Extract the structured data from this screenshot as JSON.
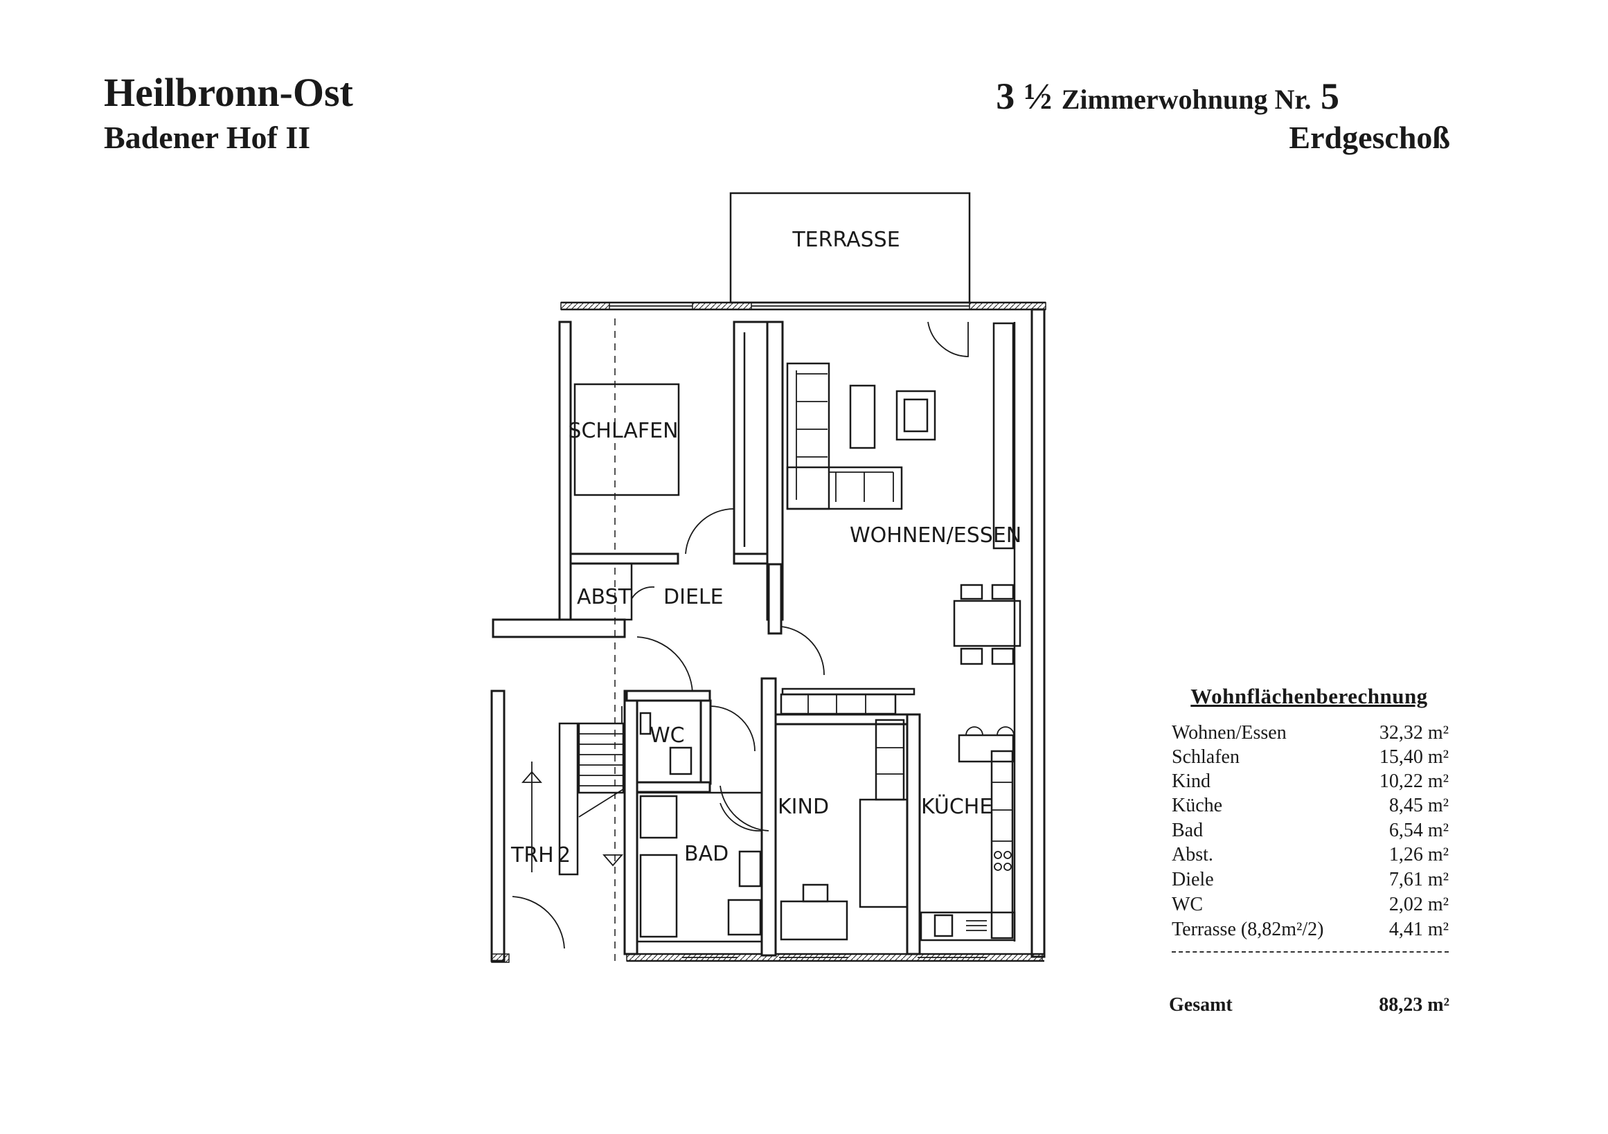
{
  "header": {
    "location": "Heilbronn-Ost",
    "building": "Badener Hof II",
    "unit_fraction": "3 ½",
    "unit_label": "Zimmerwohnung Nr.",
    "unit_number": "5",
    "floor": "Erdgeschoß"
  },
  "rooms": {
    "terrasse": "TERRASSE",
    "schlafen": "SCHLAFEN",
    "wohnen_essen": "WOHNEN/ESSEN",
    "abst": "ABST",
    "diele": "DIELE",
    "wc": "WC",
    "kind": "KIND",
    "kueche": "KÜCHE",
    "bad": "BAD",
    "trh": "TRH",
    "trh_number": "2"
  },
  "area_table": {
    "title": "Wohnflächenberechnung",
    "rows": [
      {
        "name": "Wohnen/Essen",
        "value": "32,32 m²"
      },
      {
        "name": "Schlafen",
        "value": "15,40 m²"
      },
      {
        "name": "Kind",
        "value": "10,22 m²"
      },
      {
        "name": "Küche",
        "value": "8,45 m²"
      },
      {
        "name": "Bad",
        "value": "6,54 m²"
      },
      {
        "name": "Abst.",
        "value": "1,26 m²"
      },
      {
        "name": "Diele",
        "value": "7,61 m²"
      },
      {
        "name": "WC",
        "value": "2,02 m²"
      },
      {
        "name": "Terrasse (8,82m²/2)",
        "value": "4,41 m²"
      }
    ],
    "total_label": "Gesamt",
    "total_value": "88,23 m²"
  }
}
